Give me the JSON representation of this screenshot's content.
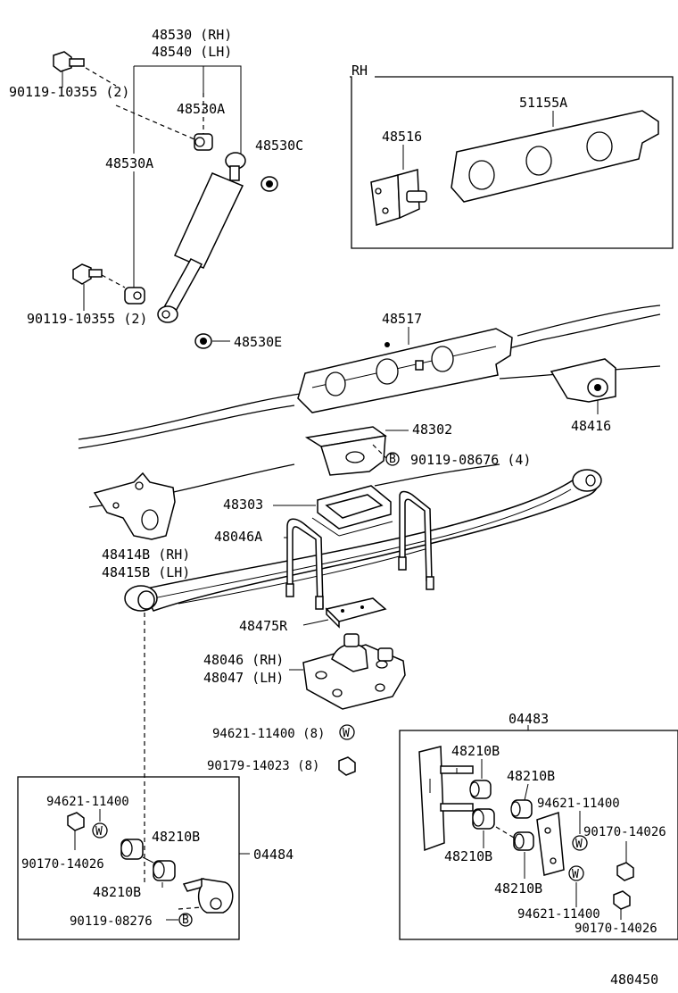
{
  "labels": {
    "shock_rh": "48530 (RH)",
    "shock_lh": "48540 (LH)",
    "bolt_top": "90119-10355 (2)",
    "bushing_a_right": "48530A",
    "bushing_a_left": "48530A",
    "bushing_c": "48530C",
    "bolt_bottom": "90119-10355 (2)",
    "washer_e": "48530E",
    "rh_box_tag": "RH",
    "crossmember_rh": "51155A",
    "bracket_rh": "48516",
    "crossmember": "48517",
    "hanger_rear": "48416",
    "bumper_seat": "48302",
    "bolt_b": "90119-08676 (4)",
    "bumper": "48303",
    "ubolt": "48046A",
    "hanger_front_rh": "48414B (RH)",
    "hanger_front_lh": "48415B (LH)",
    "spacer": "48475R",
    "plate_rh": "48046 (RH)",
    "plate_lh": "48047 (LH)",
    "washer_w": "94621-11400 (8)",
    "nut_w": "90179-14023 (8)",
    "kit_right_no": "04483",
    "kr_bush_1": "48210B",
    "kr_bush_2": "48210B",
    "kr_washer_1": "94621-11400",
    "kr_nut_1": "90170-14026",
    "kr_bush_3": "48210B",
    "kr_bush_4": "48210B",
    "kr_washer_2": "94621-11400",
    "kr_nut_2": "90170-14026",
    "kit_left_no": "04484",
    "kl_washer": "94621-11400",
    "kl_nut": "90170-14026",
    "kl_bush_1": "48210B",
    "kl_bush_2": "48210B",
    "kl_bolt": "90119-08276",
    "figure_no": "480450"
  },
  "markers": {
    "b_symbol": "B",
    "w_symbol": "W"
  }
}
